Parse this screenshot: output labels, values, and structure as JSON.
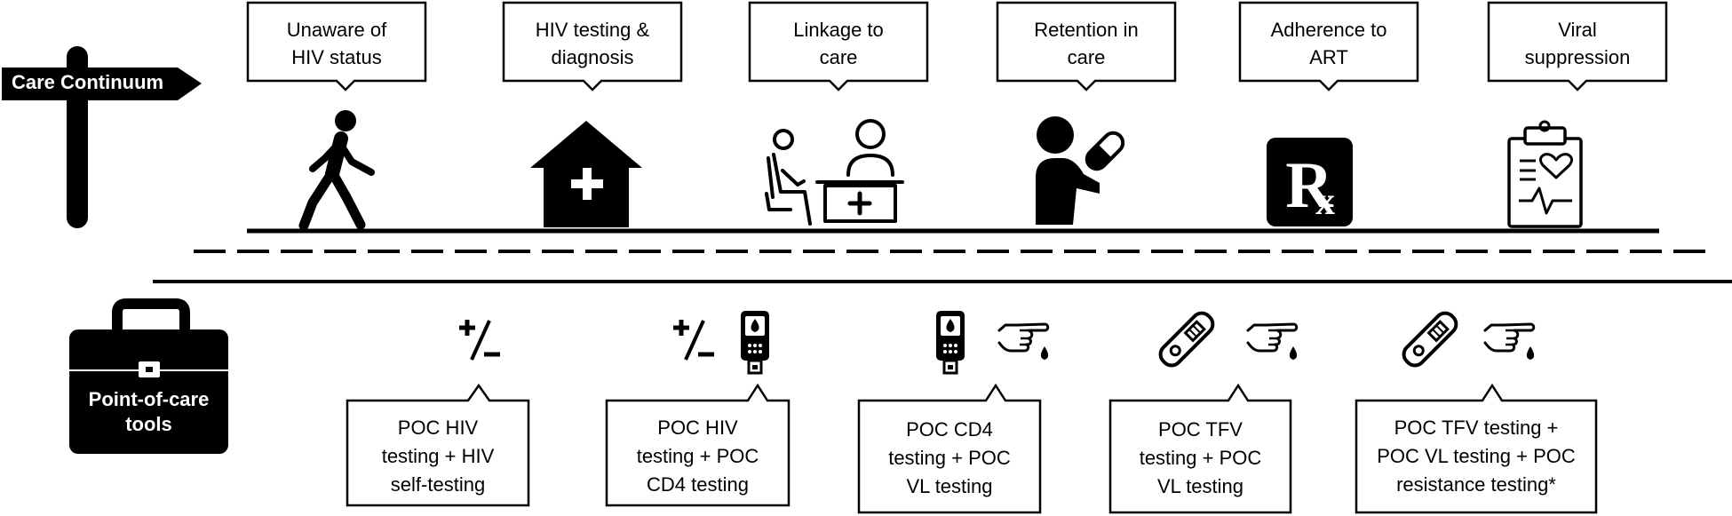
{
  "signpost_label": "Care Continuum",
  "toolbox_label": "Point-of-care\ntools",
  "continuum_stages": [
    {
      "label": "Unaware of\nHIV status",
      "icon": "walking-person-icon"
    },
    {
      "label": "HIV testing &\ndiagnosis",
      "icon": "clinic-house-icon"
    },
    {
      "label": "Linkage to\ncare",
      "icon": "patient-doctor-desk-icon"
    },
    {
      "label": "Retention in\ncare",
      "icon": "person-pill-icon"
    },
    {
      "label": "Adherence to\nART",
      "icon": "rx-prescription-icon"
    },
    {
      "label": "Viral\nsuppression",
      "icon": "clipboard-heart-icon"
    }
  ],
  "poc_tools": [
    {
      "label": "POC HIV\ntesting + HIV\nself-testing",
      "icons": [
        "plus-minus-icon"
      ]
    },
    {
      "label": "POC HIV\ntesting + POC\nCD4 testing",
      "icons": [
        "plus-minus-icon",
        "glucometer-device-icon"
      ]
    },
    {
      "label": "POC CD4\ntesting + POC\nVL testing",
      "icons": [
        "glucometer-device-icon",
        "finger-prick-icon"
      ]
    },
    {
      "label": "POC TFV\ntesting + POC\nVL testing",
      "icons": [
        "test-strip-icon",
        "finger-prick-icon"
      ]
    },
    {
      "label": "POC TFV testing +\nPOC VL testing + POC\nresistance testing*",
      "icons": [
        "test-strip-icon",
        "finger-prick-icon"
      ]
    }
  ]
}
